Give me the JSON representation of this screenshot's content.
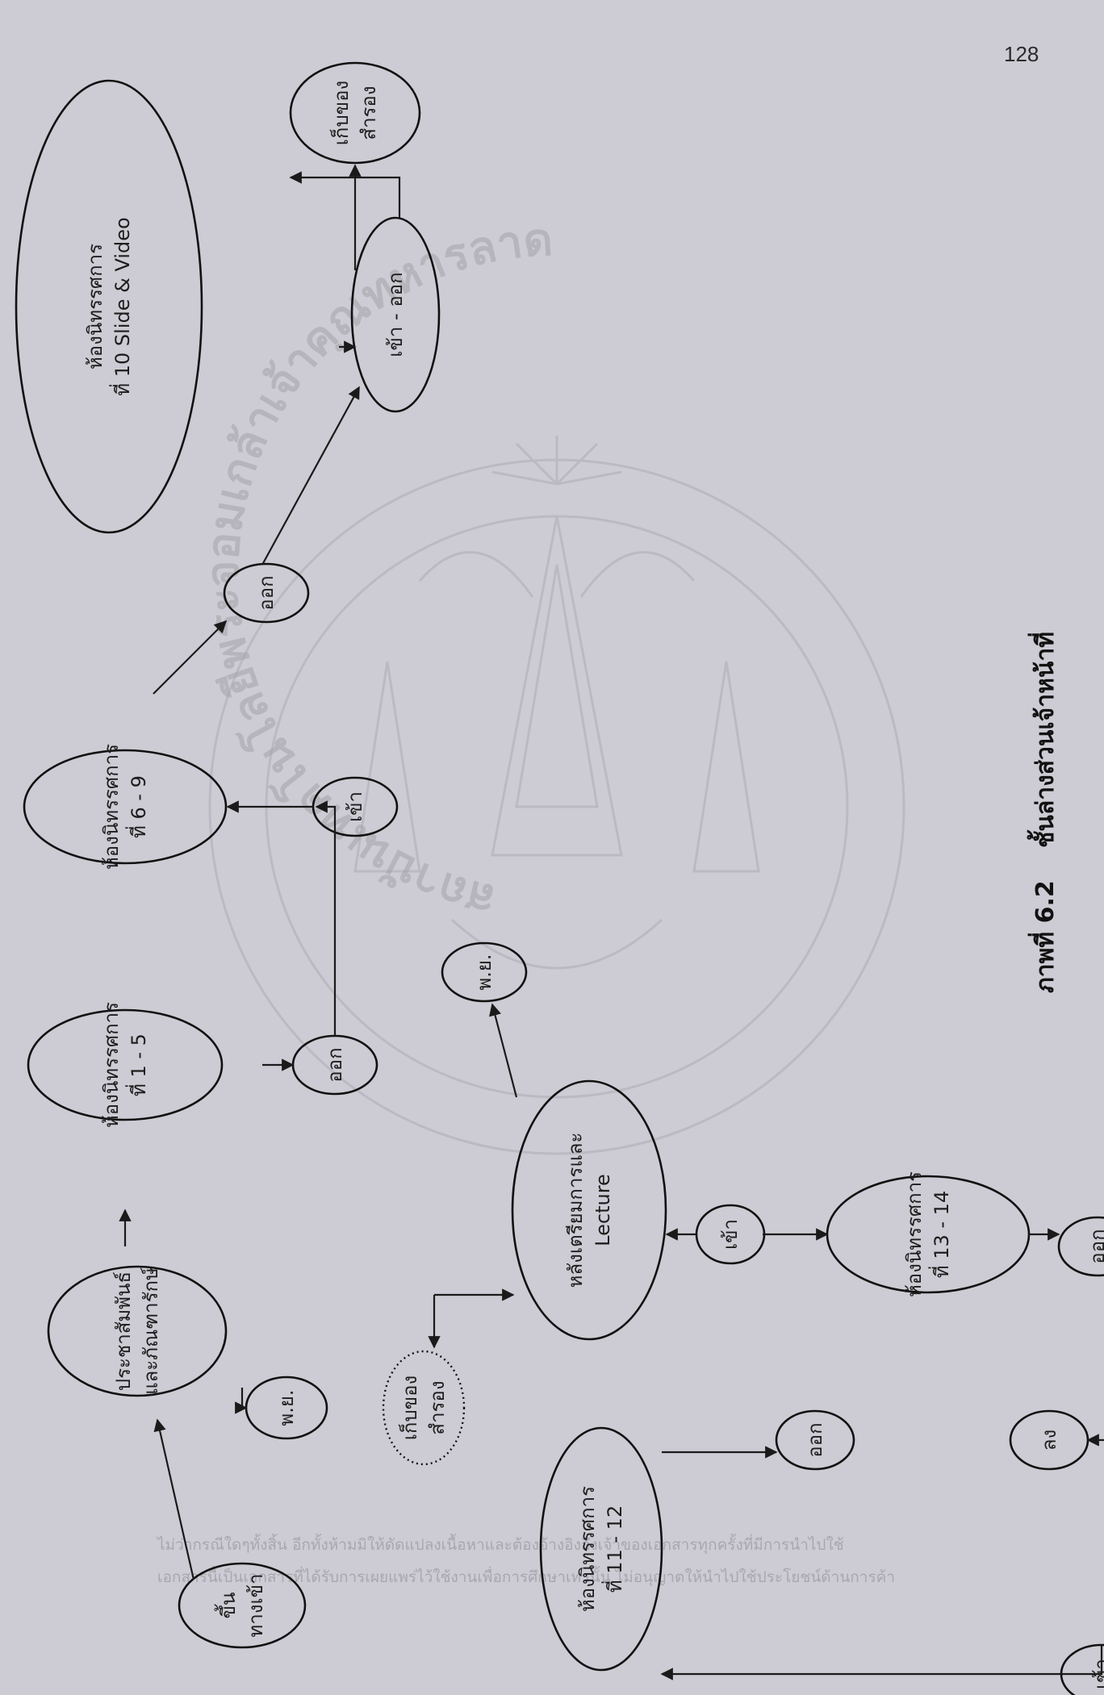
{
  "page_number": "128",
  "caption": {
    "label": "ภาพที่ 6.2",
    "title": "ชั้นล่างส่วนเจ้าหน้าที่"
  },
  "nodes": [
    {
      "id": "up-entrance",
      "lines": [
        "ขึ้น",
        "ทางเข้า"
      ]
    },
    {
      "id": "pr-museum",
      "lines": [
        "ประชาสัมพันธ์",
        "และภัณฑารักษ์"
      ]
    },
    {
      "id": "guard-1",
      "lines": [
        "พ.ย."
      ]
    },
    {
      "id": "gallery-1-5",
      "lines": [
        "ห้องนิทรรศการ",
        "ที่ 1 - 5"
      ]
    },
    {
      "id": "exit-1",
      "lines": [
        "ออก"
      ]
    },
    {
      "id": "enter-1",
      "lines": [
        "เข้า"
      ]
    },
    {
      "id": "gallery-6-9",
      "lines": [
        "ห้องนิทรรศการ",
        "ที่ 6 - 9"
      ]
    },
    {
      "id": "exit-2",
      "lines": [
        "ออก"
      ]
    },
    {
      "id": "gallery-10",
      "lines": [
        "ห้องนิทรรศการ",
        "ที่ 10 Slide & Video"
      ]
    },
    {
      "id": "in-out",
      "lines": [
        "เข้า - ออก"
      ]
    },
    {
      "id": "storage-1",
      "lines": [
        "เก็บของ",
        "สำรอง"
      ]
    },
    {
      "id": "guard-2",
      "lines": [
        "พ.ย."
      ]
    },
    {
      "id": "prep-lecture",
      "lines": [
        "หลังเตรียมการและ",
        "Lecture"
      ]
    },
    {
      "id": "storage-2",
      "lines": [
        "เก็บของ",
        "สำรอง"
      ]
    },
    {
      "id": "enter-2",
      "lines": [
        "เข้า"
      ]
    },
    {
      "id": "gallery-13-14",
      "lines": [
        "ห้องนิทรรศการ",
        "ที่ 13 - 14"
      ]
    },
    {
      "id": "exit-3",
      "lines": [
        "ออก"
      ]
    },
    {
      "id": "down",
      "lines": [
        "ลง"
      ]
    },
    {
      "id": "gallery-11-12",
      "lines": [
        "ห้องนิทรรศการ",
        "ที่ 11 - 12"
      ]
    },
    {
      "id": "exit-4",
      "lines": [
        "ออก"
      ]
    },
    {
      "id": "enter-3",
      "lines": [
        "เข้า"
      ]
    }
  ],
  "watermark": {
    "line1": "เอกสารนี้เป็นเอกสารที่ได้รับการเผยแพร่ไว้ใช้งานเพื่อการศึกษาเท่านั้น ไม่อนุญาตให้นำไปใช้ประโยชน์ด้านการค้า",
    "line2": "ไม่ว่ากรณีใดๆทั้งสิ้น อีกทั้งห้ามมิให้ดัดแปลงเนื้อหาและต้องอ้างอิงถึงเจ้าของเอกสารทุกครั้งที่มีการนำไปใช้",
    "seal_text": "สถาบันเทคโนโลยีพระจอมเกล้าเจ้าคุณทหารลาดกระบัง"
  }
}
